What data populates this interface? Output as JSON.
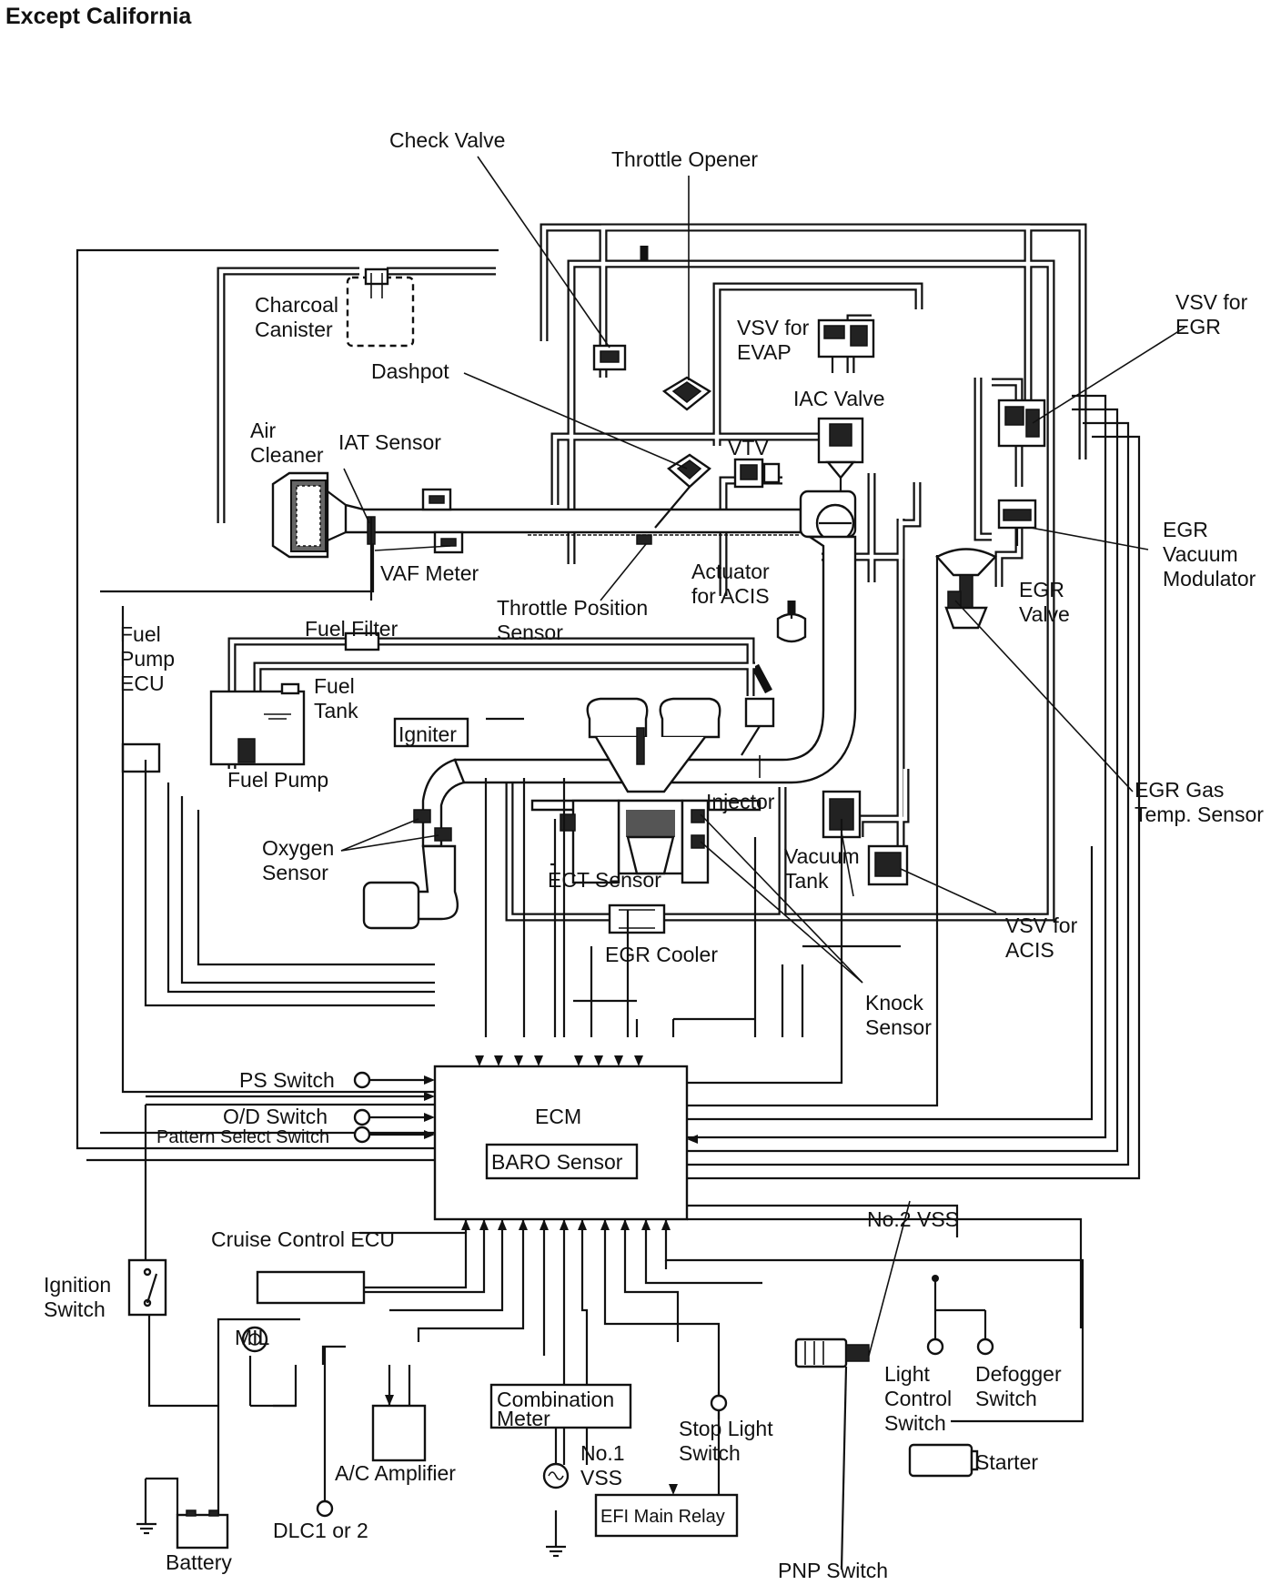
{
  "title": "Except California",
  "labels": {
    "check_valve": "Check Valve",
    "throttle_opener": "Throttle Opener",
    "charcoal_canister_1": "Charcoal",
    "charcoal_canister_2": "Canister",
    "vsv_evap_1": "VSV for",
    "vsv_evap_2": "EVAP",
    "vsv_egr_1": "VSV for",
    "vsv_egr_2": "EGR",
    "dashpot": "Dashpot",
    "iac_valve": "IAC Valve",
    "air_cleaner_1": "Air",
    "air_cleaner_2": "Cleaner",
    "iat_sensor": "IAT Sensor",
    "vtv": "VTV",
    "egr_vacuum_modulator_1": "EGR",
    "egr_vacuum_modulator_2": "Vacuum",
    "egr_vacuum_modulator_3": "Modulator",
    "vaf_meter": "VAF Meter",
    "actuator_acis_1": "Actuator",
    "actuator_acis_2": "for ACIS",
    "egr_valve_1": "EGR",
    "egr_valve_2": "Valve",
    "throttle_position_sensor_1": "Throttle Position",
    "throttle_position_sensor_2": "Sensor",
    "fuel_filter": "Fuel Filter",
    "fuel_pump_ecu_1": "Fuel",
    "fuel_pump_ecu_2": "Pump",
    "fuel_pump_ecu_3": "ECU",
    "fuel_tank_1": "Fuel",
    "fuel_tank_2": "Tank",
    "igniter": "Igniter",
    "fuel_pump": "Fuel Pump",
    "injector": "Injector",
    "egr_gas_temp_sensor_1": "EGR Gas",
    "egr_gas_temp_sensor_2": "Temp. Sensor",
    "oxygen_sensor_1": "Oxygen",
    "oxygen_sensor_2": "Sensor",
    "ect_sensor": "ECT Sensor",
    "vacuum_tank_1": "Vacuum",
    "vacuum_tank_2": "Tank",
    "vsv_acis_1": "VSV for",
    "vsv_acis_2": "ACIS",
    "egr_cooler": "EGR Cooler",
    "knock_sensor_1": "Knock",
    "knock_sensor_2": "Sensor",
    "ps_switch": "PS Switch",
    "ecm": "ECM",
    "od_switch": "O/D Switch",
    "pattern_select_switch": "Pattern Select Switch",
    "baro_sensor": "BARO Sensor",
    "no2_vss": "No.2 VSS",
    "cruise_control_ecu": "Cruise Control ECU",
    "ignition_switch_1": "Ignition",
    "ignition_switch_2": "Switch",
    "mil": "MIL",
    "combination_meter_1": "Combination",
    "combination_meter_2": "Meter",
    "light_control_switch_1": "Light",
    "light_control_switch_2": "Control",
    "light_control_switch_3": "Switch",
    "defogger_switch_1": "Defogger",
    "defogger_switch_2": "Switch",
    "no1_vss_1": "No.1",
    "no1_vss_2": "VSS",
    "stop_light_switch_1": "Stop Light",
    "stop_light_switch_2": "Switch",
    "starter": "Starter",
    "ac_amplifier": "A/C Amplifier",
    "efi_main_relay": "EFI Main Relay",
    "dlc": "DLC1 or 2",
    "battery": "Battery",
    "pnp_switch": "PNP Switch"
  }
}
